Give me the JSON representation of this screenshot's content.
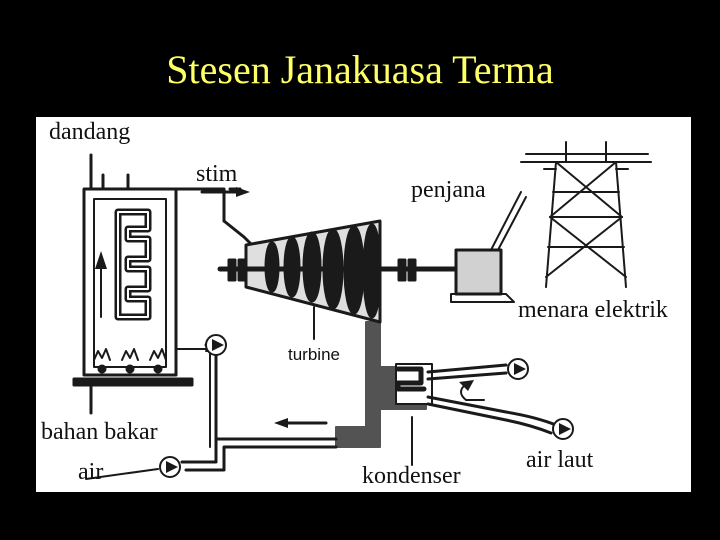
{
  "title": "Stesen Janakuasa Terma",
  "labels": {
    "boiler": "dandang",
    "steam": "stim",
    "generator": "penjana",
    "tower": "menara elektrik",
    "turbine": "turbine",
    "fuel": "bahan bakar",
    "water": "air",
    "condenser": "kondenser",
    "seawater": "air laut"
  },
  "colors": {
    "background": "#000000",
    "title": "#ffff66",
    "panel": "#ffffff",
    "ink": "#1a1a1a"
  }
}
